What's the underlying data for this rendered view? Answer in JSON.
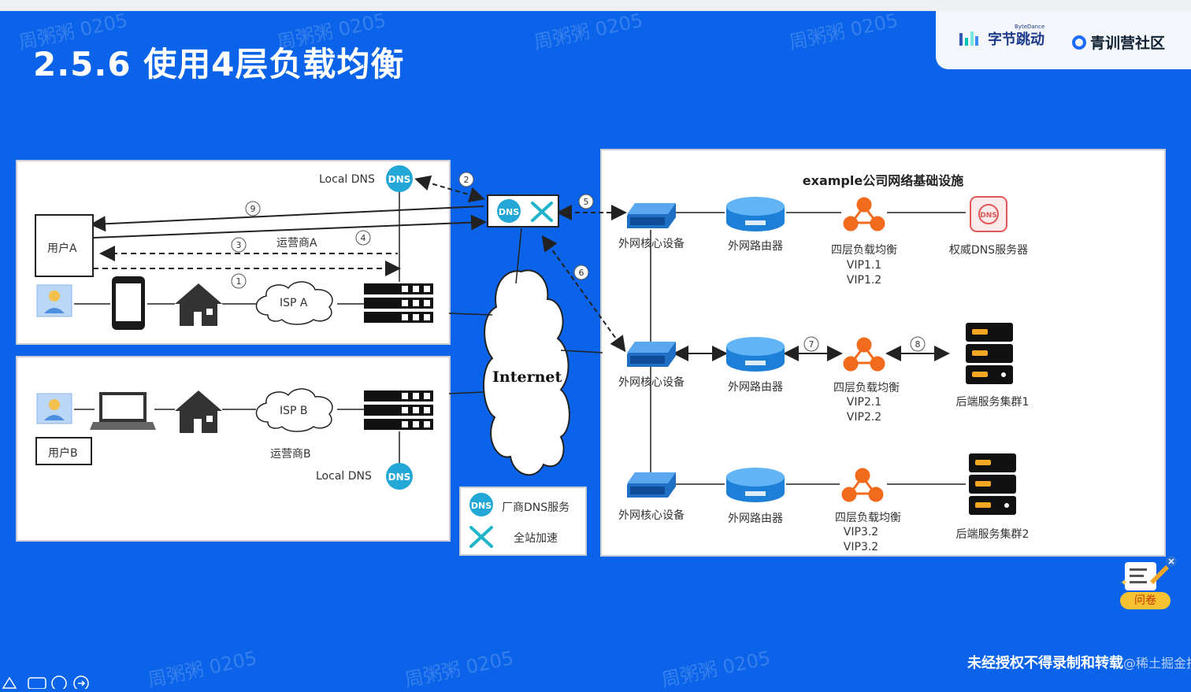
{
  "page": {
    "title": "2.5.6 使用4层负载均衡",
    "logo_bytedance_small": "ByteDance",
    "logo_bytedance": "字节跳动",
    "logo_qingxun": "青训营社区",
    "footer_main": "未经授权不得录制和转载",
    "footer_sub": "@稀土掘金技术社区",
    "survey_label": "问卷",
    "watermark": "周粥粥 0205"
  },
  "left_top": {
    "user_label": "用户A",
    "local_dns": "Local DNS",
    "isp_label": "ISP A",
    "carrier_label": "运营商A",
    "steps": [
      "①",
      "②",
      "③",
      "④",
      "⑨"
    ]
  },
  "left_bottom": {
    "user_label": "用户B",
    "isp_label": "ISP B",
    "carrier_label": "运营商B",
    "local_dns": "Local DNS"
  },
  "internet": {
    "label": "Internet",
    "steps": [
      "⑤",
      "⑥"
    ]
  },
  "legend": {
    "dns_service": "厂商DNS服务",
    "acceleration": "全站加速"
  },
  "right": {
    "title": "example公司网络基础设施",
    "rows": [
      {
        "core": "外网核心设备",
        "router": "外网路由器",
        "lb": "四层负载均衡",
        "vip1": "VIP1.1",
        "vip2": "VIP1.2",
        "target": "权威DNS服务器"
      },
      {
        "core": "外网核心设备",
        "router": "外网路由器",
        "lb": "四层负载均衡",
        "vip1": "VIP2.1",
        "vip2": "VIP2.2",
        "target": "后端服务集群1"
      },
      {
        "core": "外网核心设备",
        "router": "外网路由器",
        "lb": "四层负载均衡",
        "vip1": "VIP3.2",
        "vip2": "VIP3.2",
        "target": "后端服务集群2"
      }
    ],
    "steps": [
      "⑦",
      "⑧"
    ]
  },
  "colors": {
    "background": "#0a63e8",
    "accent_orange": "#f26b1d",
    "dns_teal": "#22a7d6",
    "router_blue": "#2b8fe0"
  }
}
